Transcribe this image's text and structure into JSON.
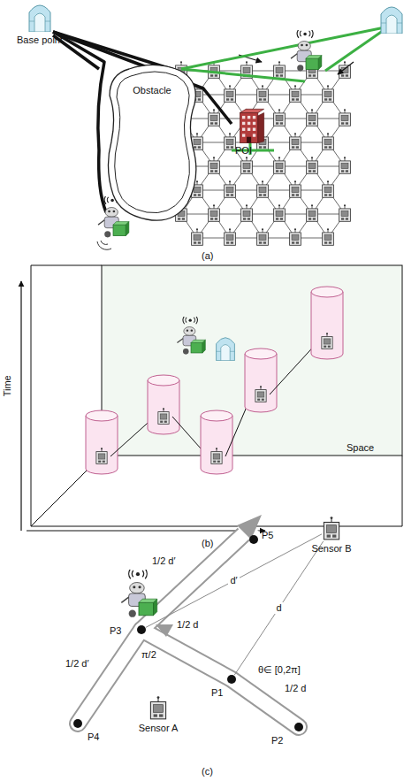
{
  "diagram": {
    "nodes": [
      {
        "text": [
          "Base point"
        ]
      },
      {
        "text": [
          "Obstacle"
        ]
      },
      {
        "text": [
          "POI"
        ]
      },
      {
        "text": [
          "P5"
        ]
      },
      {
        "text": [
          "Sensor B"
        ]
      },
      {
        "text": [
          "P3"
        ]
      },
      {
        "text": [
          "P4"
        ]
      },
      {
        "text": [
          "P1"
        ]
      },
      {
        "text": [
          "Sensor A"
        ]
      },
      {
        "text": [
          "P2"
        ]
      }
    ],
    "edges": [
      {
        "from": 7,
        "to": 4,
        "label": "d",
        "arrow": "none"
      },
      {
        "from": 5,
        "to": 4,
        "label": "d′",
        "arrow": "none"
      }
    ],
    "labels": [
      "(a)",
      "Time",
      "Space",
      "(b)",
      "1/2 d′",
      "1/2 d′",
      "π/2",
      "1/2 d",
      "θ∈ [0,2π]",
      "1/2 d",
      "(c)"
    ]
  }
}
